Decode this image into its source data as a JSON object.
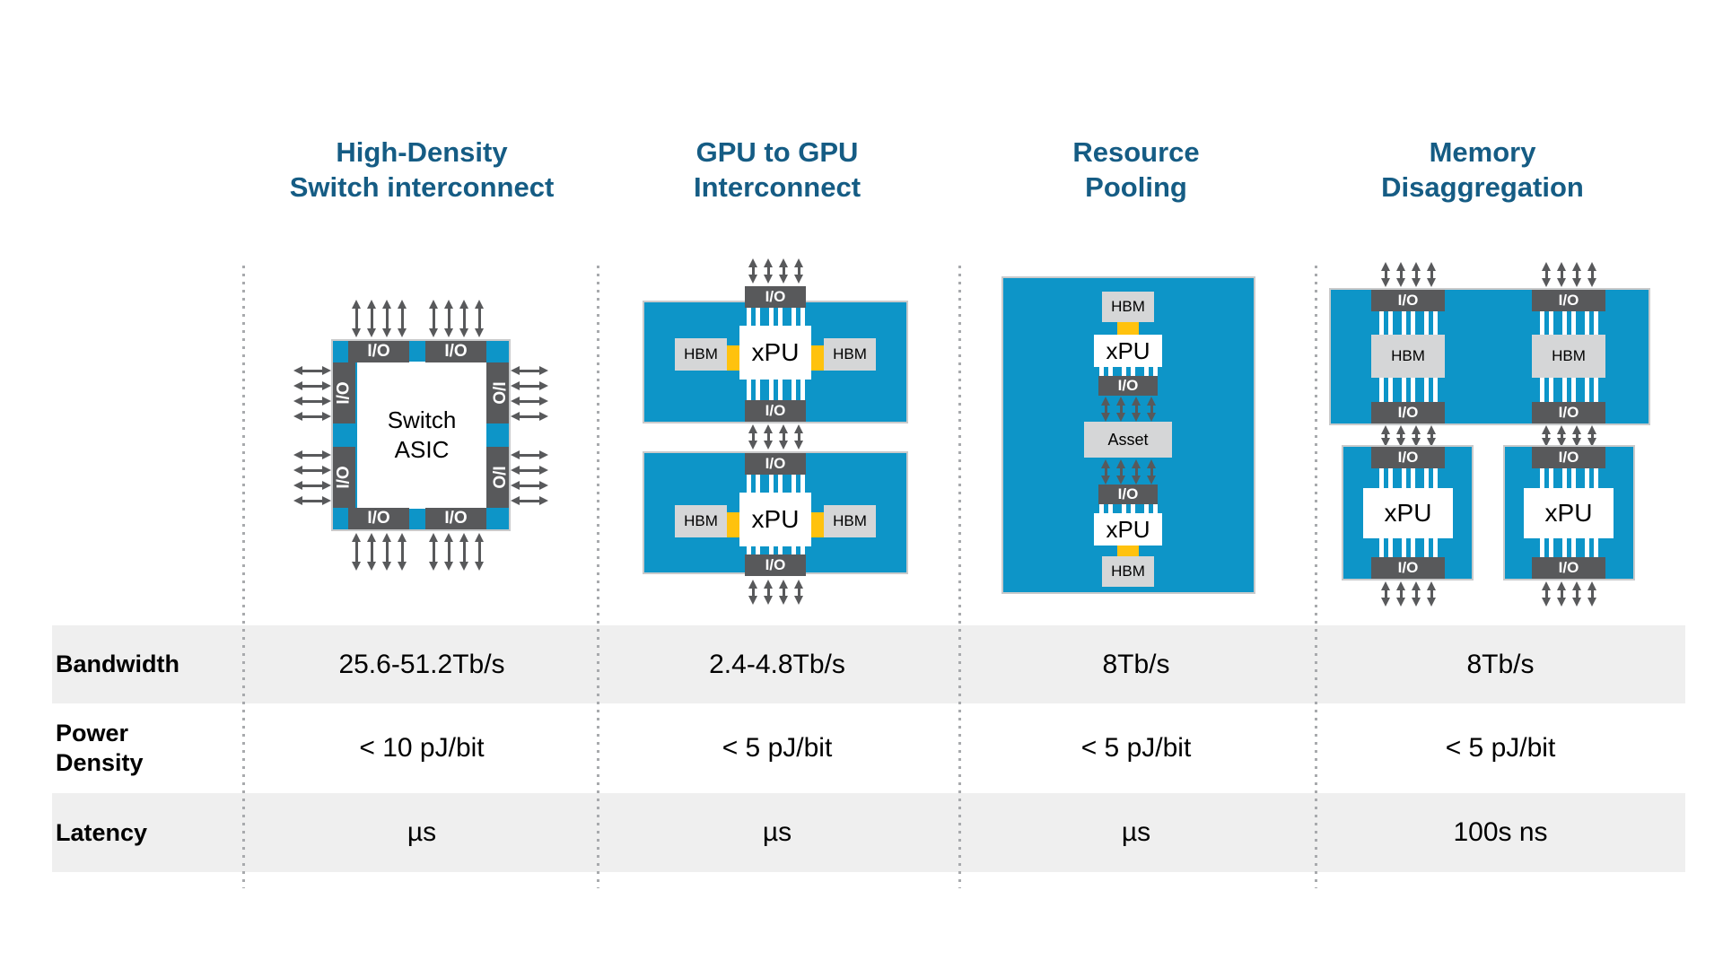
{
  "columns": [
    {
      "title_line1": "High-Density",
      "title_line2": "Switch interconnect"
    },
    {
      "title_line1": "GPU to GPU",
      "title_line2": "Interconnect"
    },
    {
      "title_line1": "Resource",
      "title_line2": "Pooling"
    },
    {
      "title_line1": "Memory",
      "title_line2": "Disaggregation"
    }
  ],
  "blocks": {
    "io": "I/O",
    "hbm": "HBM",
    "xpu": "xPU",
    "asset": "Asset",
    "switch_line1": "Switch",
    "switch_line2": "ASIC"
  },
  "table": {
    "rows": [
      {
        "label": "Bandwidth",
        "values": [
          "25.6-51.2Tb/s",
          "2.4-4.8Tb/s",
          "8Tb/s",
          "8Tb/s"
        ]
      },
      {
        "label": "Power Density",
        "values": [
          "< 10 pJ/bit",
          "< 5 pJ/bit",
          "< 5 pJ/bit",
          "< 5 pJ/bit"
        ]
      },
      {
        "label": "Latency",
        "values": [
          "µs",
          "µs",
          "µs",
          "100s ns"
        ]
      }
    ]
  },
  "colors": {
    "diagram_blue": "#0D95C8",
    "header_text_blue": "#155C84",
    "dark_gray": "#58595B",
    "light_gray": "#D5D6D7",
    "connector_yellow": "#FFC20E",
    "table_row_gray": "#EFEFEF"
  }
}
